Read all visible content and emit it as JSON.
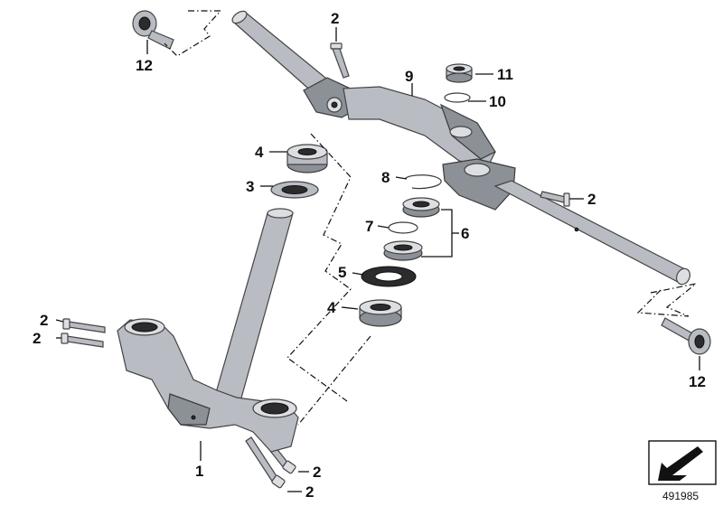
{
  "diagram": {
    "reference_number": "491985",
    "callouts": {
      "part_1": "1",
      "part_2": "2",
      "part_3": "3",
      "part_4": "4",
      "part_5": "5",
      "part_6": "6",
      "part_7": "7",
      "part_8": "8",
      "part_9": "9",
      "part_10": "10",
      "part_11": "11",
      "part_12": "12"
    }
  }
}
